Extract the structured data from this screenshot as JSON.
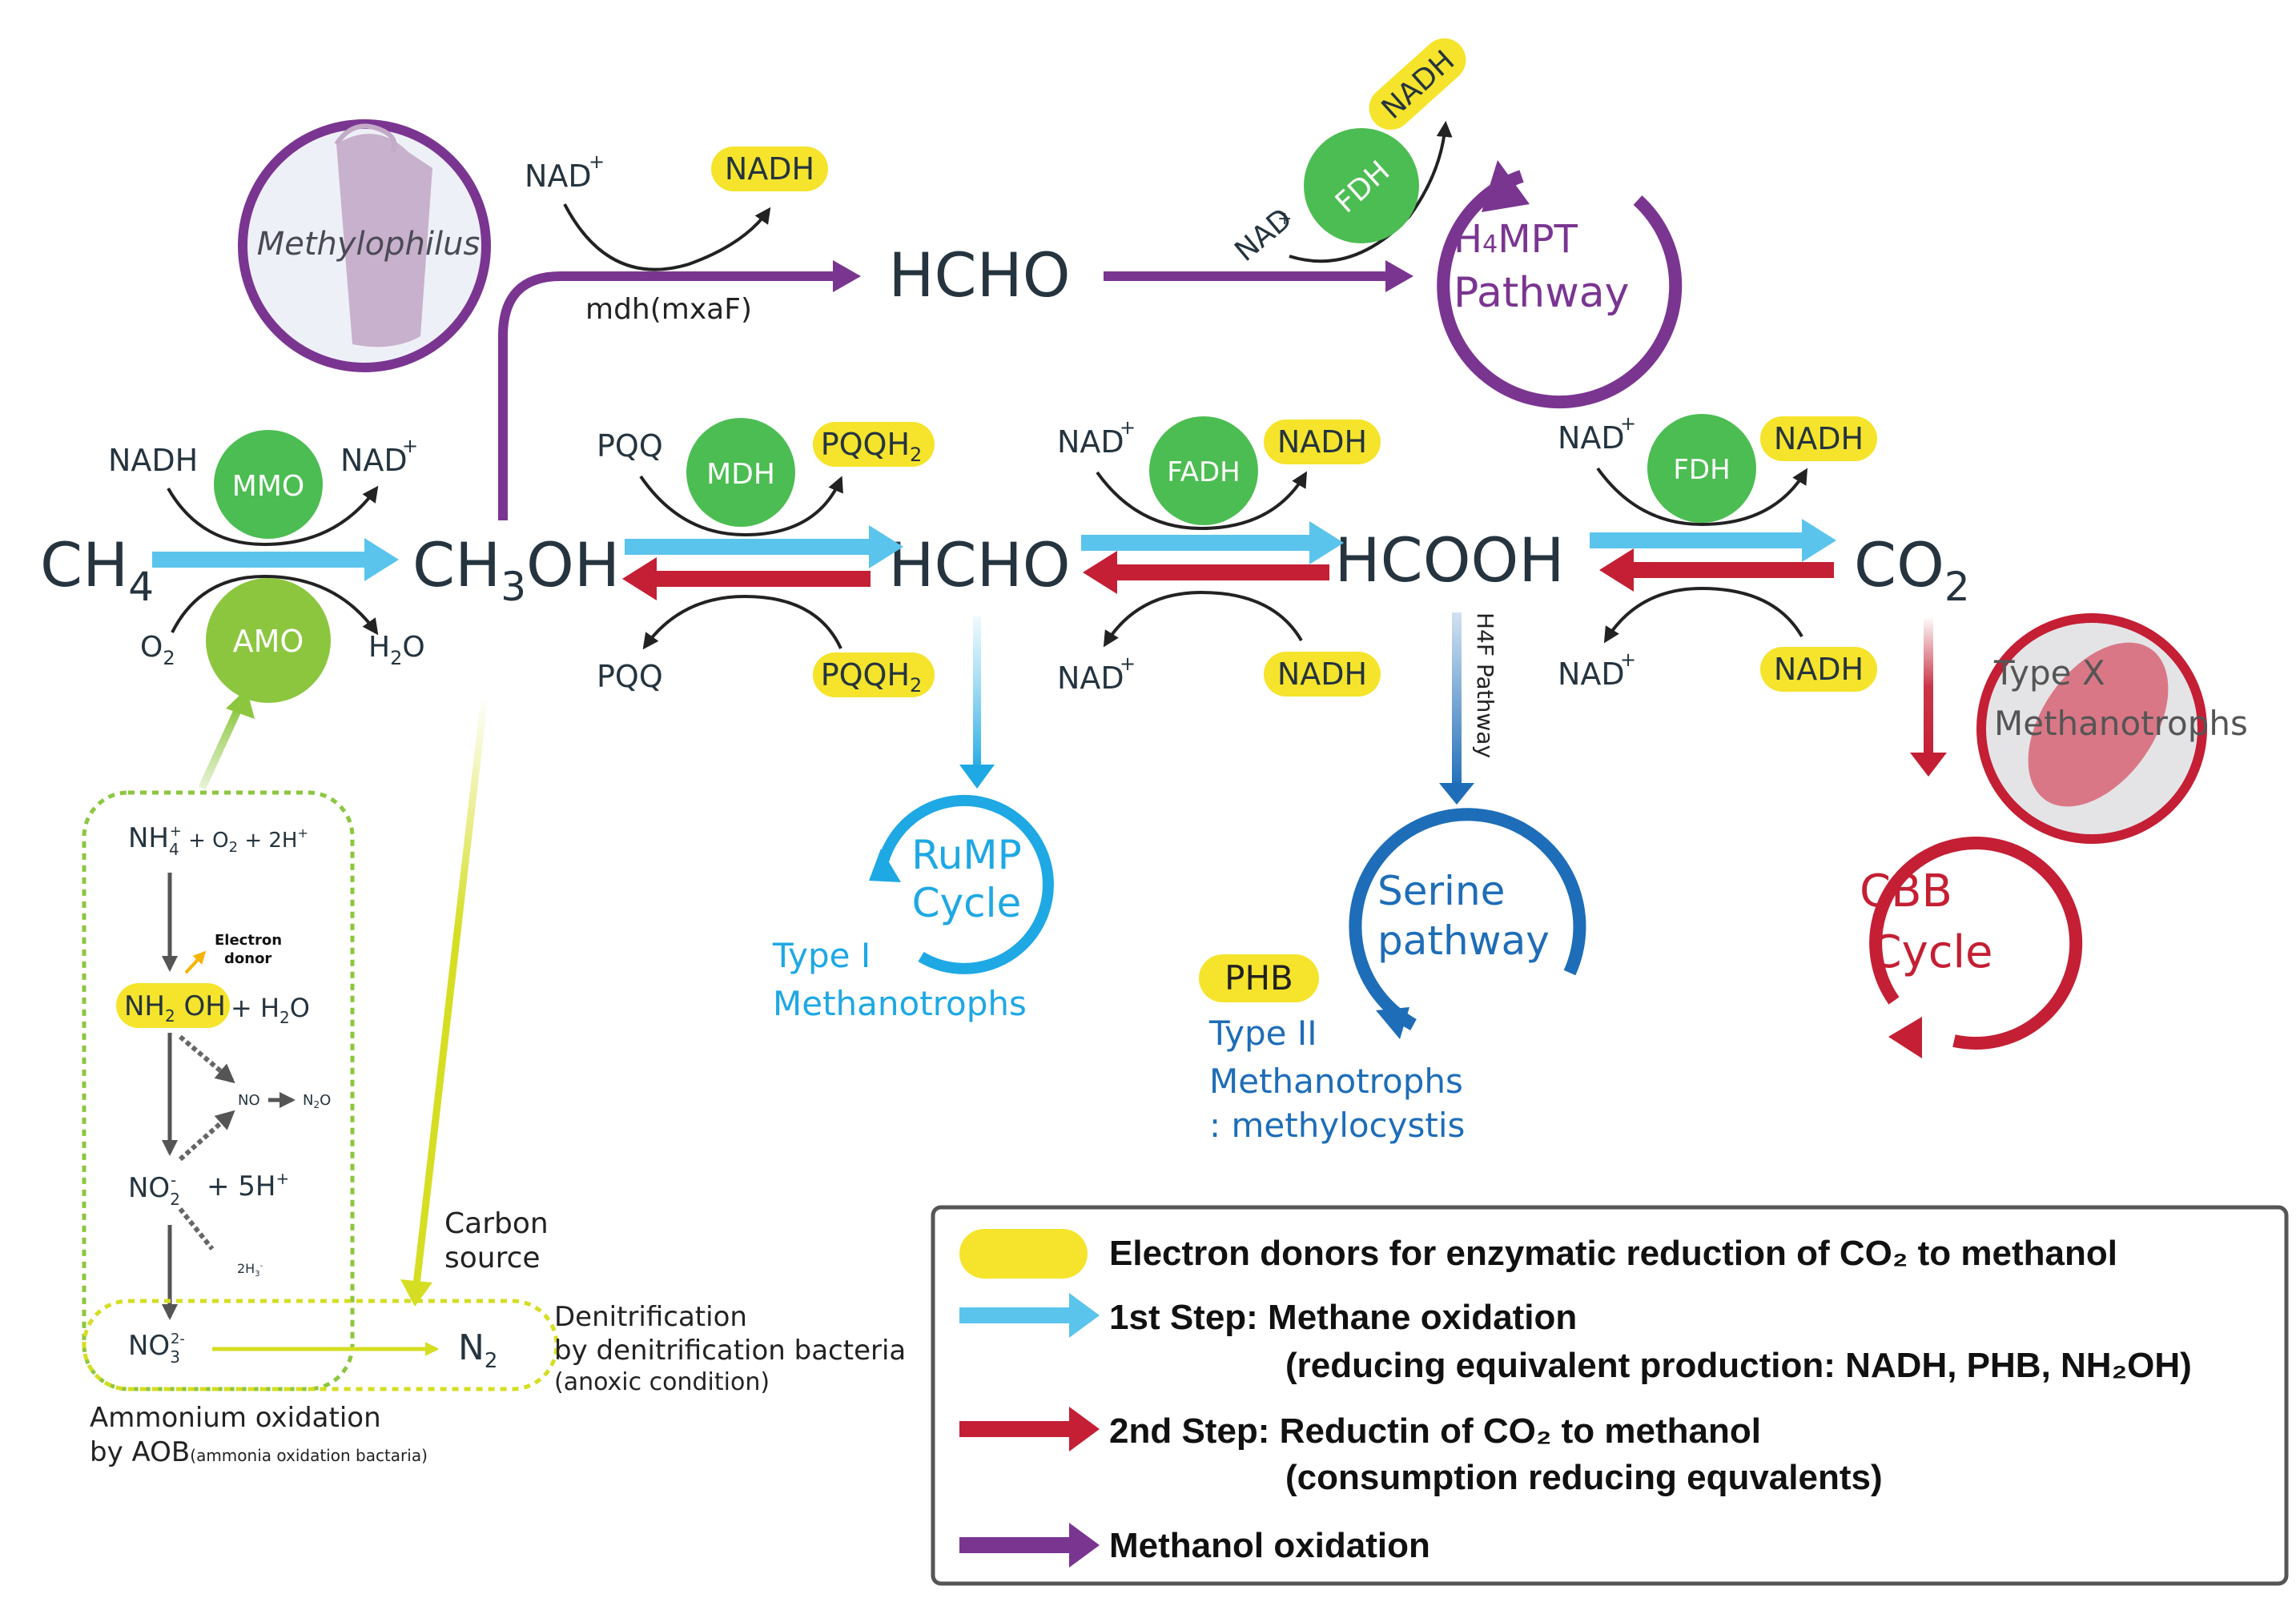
{
  "colors": {
    "dark": "#25343f",
    "cyan": "#5bc4ec",
    "red": "#c41f34",
    "purple": "#7a3591",
    "enzyme_green": "#4cbd52",
    "amo_green": "#8cc63f",
    "yellow": "#f5e42b",
    "lime": "#d5de23",
    "rump_blue": "#1ea8e4",
    "serine_blue": "#1e6db8",
    "gray_arrow": "#555555"
  },
  "compounds": {
    "ch4": {
      "main": "CH",
      "sub": "4"
    },
    "ch3oh": {
      "a": "CH",
      "sub": "3",
      "b": "OH"
    },
    "hcho_top": "HCHO",
    "hcho_mid": "HCHO",
    "hcooh": "HCOOH",
    "co2": {
      "main": "CO",
      "sub": "2"
    }
  },
  "enzymes": {
    "mmo": "MMO",
    "amo": "AMO",
    "mdh": "MDH",
    "fadh": "FADH",
    "fdh_mid": "FDH",
    "fdh_top": "FDH"
  },
  "cofactors": {
    "nadh": "NADH",
    "nad": "NAD",
    "plus": "+",
    "o2": {
      "main": "O",
      "sub": "2"
    },
    "h2o": {
      "main": "H",
      "sub": "2",
      "tail": "O"
    },
    "pqq": "PQQ",
    "pqqh2": {
      "main": "PQQH",
      "sub": "2"
    },
    "phb": "PHB"
  },
  "labels": {
    "mdh_mxaf": "mdh(mxaF)",
    "methylophilus": "Methylophilus",
    "h4f_pathway": "H4F Pathway",
    "h4mpt_a": "H",
    "h4mpt_sub": "4",
    "h4mpt_b": "MPT",
    "h4mpt_line2": "Pathway",
    "rump_1": "RuMP",
    "rump_2": "Cycle",
    "type1_1": "Type I",
    "type1_2": "Methanotrophs",
    "serine_1": "Serine",
    "serine_2": "pathway",
    "type2_1": "Type II",
    "type2_2": "Methanotrophs",
    "type2_3": ": methylocystis",
    "cbb_1": "CBB",
    "cbb_2": "Cycle",
    "typex_1": "Type X",
    "typex_2": "Methanotrophs",
    "carbon_1": "Carbon",
    "carbon_2": "source",
    "denit_1": "Denitrification",
    "denit_2": "by denitrification bacteria",
    "denit_3": "(anoxic condition)",
    "amm_1": "Ammonium oxidation",
    "amm_2a": "by AOB",
    "amm_2b": "(ammonia oxidation bactaria)"
  },
  "nitrogen": {
    "nh4_a": "NH",
    "nh4_sub": "4",
    "nh4_sup": "+",
    "nh4_rest": " + O",
    "nh4_o2sub": "2",
    "nh4_rest2": " + 2H",
    "nh4_hsup": "+",
    "electron_1": "Electron",
    "electron_2": "donor",
    "nh2oh_a": "NH",
    "nh2oh_sub": "2",
    "nh2oh_b": " OH",
    "h2o_a": "+ H",
    "h2o_sub": "2",
    "h2o_b": "O",
    "no": "NO",
    "n2o_a": "N",
    "n2o_sub": "2",
    "n2o_b": "O",
    "no2_a": "NO",
    "no2_sub": "2",
    "no2_sup": "-",
    "h5": "+ 5H",
    "h5_sup": "+",
    "h2_3_a": "2H",
    "h2_3_sub": "3",
    "h2_3_sup": "-",
    "no3_a": "NO",
    "no3_sub": "3",
    "no3_sup": "2-",
    "n2_a": "N",
    "n2_sub": "2"
  },
  "legend": {
    "item1": "Electron donors for enzymatic reduction of CO₂ to methanol",
    "item2_1": "1st Step: Methane oxidation",
    "item2_2": "(reducing equivalent production: NADH, PHB, NH₂OH)",
    "item3_1": "2nd Step: Reductin of CO₂ to methanol",
    "item3_2": "(consumption reducing equvalents)",
    "item4": "Methanol oxidation"
  }
}
